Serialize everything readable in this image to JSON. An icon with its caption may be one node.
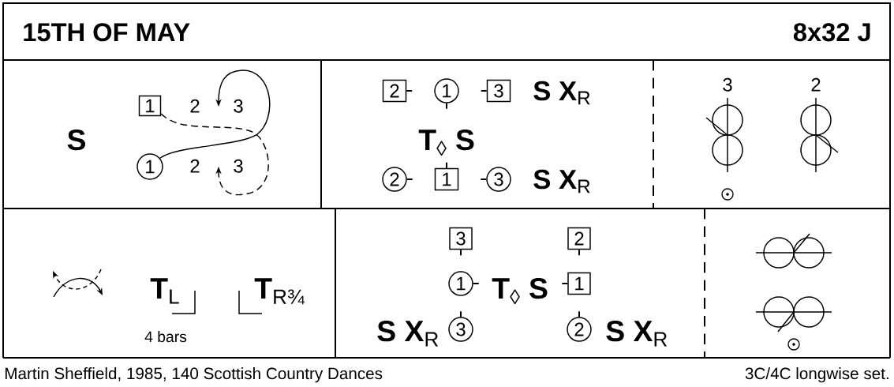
{
  "diagram": {
    "title": "15TH OF MAY",
    "nodes": [
      {
        "text": [
          "2",
          "3",
          "S",
          "2",
          "3"
        ]
      },
      {
        "text": [
          "1"
        ],
        "in": 0
      },
      {
        "text": [
          "1"
        ],
        "in": 0
      },
      {
        "text": [
          "**S X**$_{R}$",
          "**T**$_{◊}$ **S**",
          "**S X**$_{R}$"
        ]
      },
      {
        "text": [
          "2"
        ],
        "in": 3
      },
      {
        "text": [
          "1"
        ],
        "in": 3
      },
      {
        "text": [
          "3"
        ],
        "in": 3
      },
      {
        "text": [
          "2"
        ],
        "in": 3
      },
      {
        "text": [
          "1"
        ],
        "in": 3
      },
      {
        "text": [
          "3"
        ],
        "in": 3
      },
      {
        "text": [
          "3",
          "2"
        ]
      },
      {
        "text": [
          "**T**$_{L}$",
          "**T**$_{R¾}$",
          "4 bars"
        ]
      },
      {
        "text": [
          "**T**$_{◊}$ **S**",
          "**S X**$_{R}$",
          "**S X**$_{R}$"
        ]
      },
      {
        "text": [
          "3"
        ],
        "in": 12
      },
      {
        "text": [
          "2"
        ],
        "in": 12
      },
      {
        "text": [
          "1"
        ],
        "in": 12
      },
      {
        "text": [
          "1"
        ],
        "in": 12
      },
      {
        "text": [
          "3"
        ],
        "in": 12
      },
      {
        "text": [
          "2"
        ],
        "in": 12
      },
      {
        "text": [],
        "shape": "box"
      }
    ],
    "edges": [
      {
        "from": 2,
        "to": null,
        "arrow": "to"
      },
      {
        "from": 1,
        "to": null,
        "arrow": "to",
        "style": "dashed"
      }
    ],
    "labels": [
      "8x32 J",
      "Martin Sheffield, 1985, 140 Scottish Country Dances",
      "3C/4C longwise set."
    ]
  }
}
